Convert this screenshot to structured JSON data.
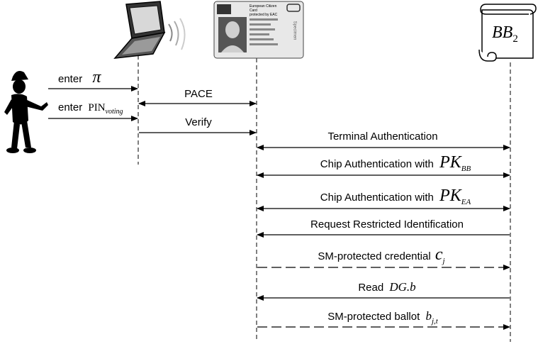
{
  "card": {
    "title_line1": "European Citizen Card",
    "title_line2": "protected by EAC",
    "specimen": "Specimen"
  },
  "bulletin_board": {
    "label_main": "BB",
    "label_sub": "2"
  },
  "messages": {
    "enter_pi": {
      "text": "enter",
      "symbol": "π"
    },
    "enter_pin": {
      "text": "enter",
      "symbol": "PIN",
      "symbol_sub": "voting"
    },
    "pace": "PACE",
    "verify": "Verify",
    "terminal_auth": "Terminal Authentication",
    "chip_auth_bb": {
      "text": "Chip Authentication with",
      "symbol": "PK",
      "symbol_sub": "BB"
    },
    "chip_auth_ea": {
      "text": "Chip Authentication with",
      "symbol": "PK",
      "symbol_sub": "EA"
    },
    "request_ri": "Request Restricted Identification",
    "sm_credential": {
      "text": "SM-protected credential",
      "symbol": "c",
      "symbol_sub": "j"
    },
    "read_dg": {
      "text": "Read",
      "symbol": "DG.b"
    },
    "sm_ballot": {
      "text": "SM-protected ballot",
      "symbol": "b",
      "symbol_sub": "j,t"
    }
  },
  "icons": {
    "user": "person-pointing-icon",
    "laptop": "laptop-wireless-icon",
    "id_card": "id-card-icon",
    "scroll": "scroll-icon"
  }
}
